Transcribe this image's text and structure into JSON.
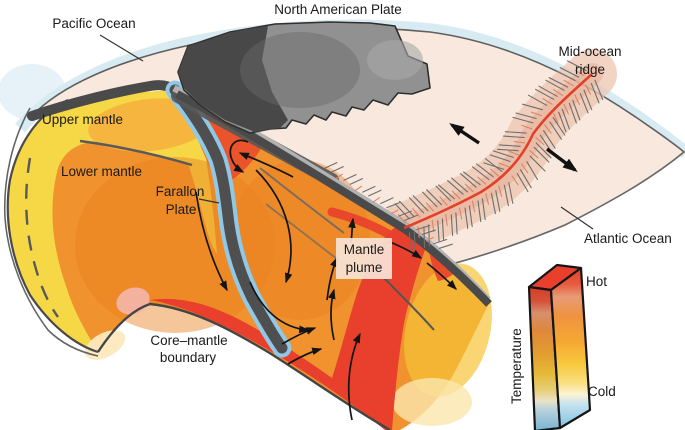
{
  "figure": {
    "labels": {
      "pacific_ocean": "Pacific Ocean",
      "north_american_plate": "North American Plate",
      "mid_ocean_ridge": {
        "line1": "Mid-ocean",
        "line2": "ridge"
      },
      "upper_mantle": "Upper mantle",
      "lower_mantle": "Lower mantle",
      "farallon_plate": {
        "line1": "Farallon",
        "line2": "Plate"
      },
      "mantle_plume": {
        "line1": "Mantle",
        "line2": "plume"
      },
      "core_mantle_boundary": {
        "line1": "Core–mantle",
        "line2": "boundary"
      },
      "atlantic_ocean": "Atlantic Ocean"
    },
    "legend": {
      "axis_label": "Temperature",
      "hot_label": "Hot",
      "cold_label": "Cold"
    },
    "colors": {
      "background": "#ffffff",
      "ocean_halo": "#d8eaf2",
      "ocean_surface": "#f8e8dd",
      "crust_gray": "#4a4a4a",
      "plate_gray": "#919191",
      "upper_mantle_yellow": "#f6d847",
      "lower_mantle_orange": "#f0922d",
      "deep_mantle_red": "#e8402c",
      "slab_gray": "#4f4f4f",
      "slab_rim_blue": "#90c8e8",
      "ridge_red": "#e33f29",
      "ridge_halo_salmon": "#edc6b0",
      "legend_cold_blue": "#7fc2e2",
      "label_text": "#1a1a1a"
    }
  }
}
